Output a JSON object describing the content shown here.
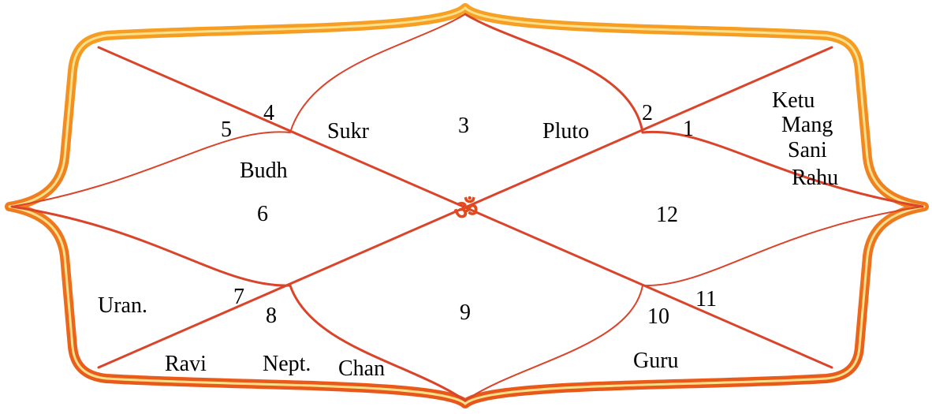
{
  "chart": {
    "center_symbol": "ॐ",
    "house_numbers": [
      "1",
      "2",
      "3",
      "4",
      "5",
      "6",
      "7",
      "8",
      "9",
      "10",
      "11",
      "12"
    ],
    "planets": {
      "sukr": "Sukr",
      "pluto": "Pluto",
      "budh": "Budh",
      "ketu": "Ketu",
      "mang": "Mang",
      "sani": "Sani",
      "rahu": "Rahu",
      "uran": "Uran.",
      "ravi": "Ravi",
      "nept": "Nept.",
      "chan": "Chan",
      "guru": "Guru"
    }
  },
  "colors": {
    "frame_outer": "#e8641e",
    "frame_inner": "#f5c84a",
    "lines": "#d9442a",
    "om": "#e04a1c"
  }
}
